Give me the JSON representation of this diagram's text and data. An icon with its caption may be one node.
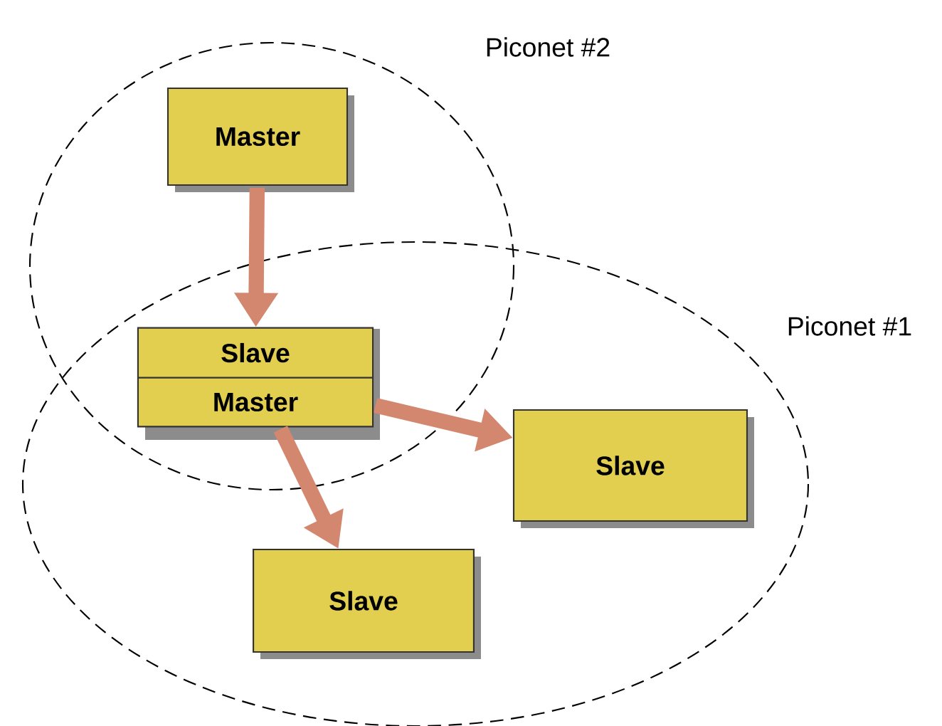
{
  "diagram": {
    "nodes": [
      {
        "text": [
          "Piconet #2"
        ]
      },
      {
        "text": [
          "Piconet #1"
        ]
      },
      {
        "text": [
          "Master"
        ],
        "in": 0
      },
      {
        "text": [
          "Slave",
          "Master"
        ]
      },
      {
        "text": [
          "Slave"
        ],
        "in": 1
      },
      {
        "text": [
          "Slave"
        ],
        "in": 1
      }
    ],
    "edges": [
      {
        "from": 2,
        "to": 3,
        "arrow": "to"
      },
      {
        "from": 3,
        "to": 4,
        "arrow": "to"
      },
      {
        "from": 3,
        "to": 5,
        "arrow": "to"
      }
    ]
  }
}
